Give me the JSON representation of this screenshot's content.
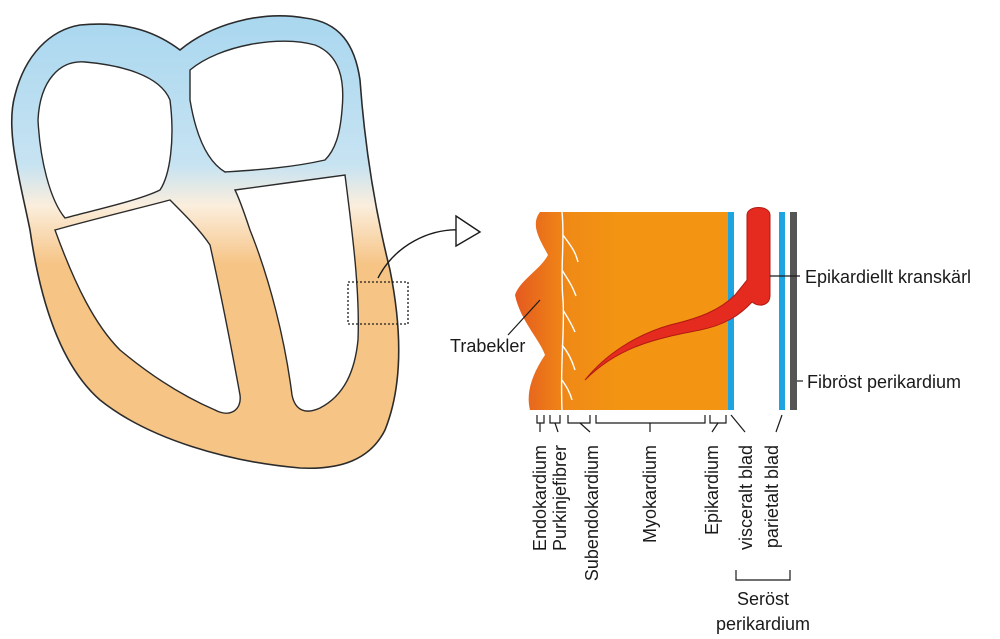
{
  "labels": {
    "trabekler": "Trabekler",
    "epikardiellt_kranskarl": "Epikardiellt kranskärl",
    "fibrost_perikardium": "Fibröst perikardium",
    "endokardium": "Endokardium",
    "purkinjefibrer": "Purkinjefibrer",
    "subendokardium": "Subendokardium",
    "myokardium": "Myokardium",
    "epikardium": "Epikardium",
    "visceralt_blad": "visceralt blad",
    "parietalt_blad": "parietalt blad",
    "serost_line1": "Seröst",
    "serost_line2": "perikardium"
  },
  "colors": {
    "chamber_blue": "#a9d7ef",
    "chamber_orange": "#f6c485",
    "myocardium": "#f39512",
    "endocardium_dark": "#e8641f",
    "artery_red": "#e52a1f",
    "serous_blue": "#1ea4e0",
    "fibrous_gray": "#555555"
  }
}
